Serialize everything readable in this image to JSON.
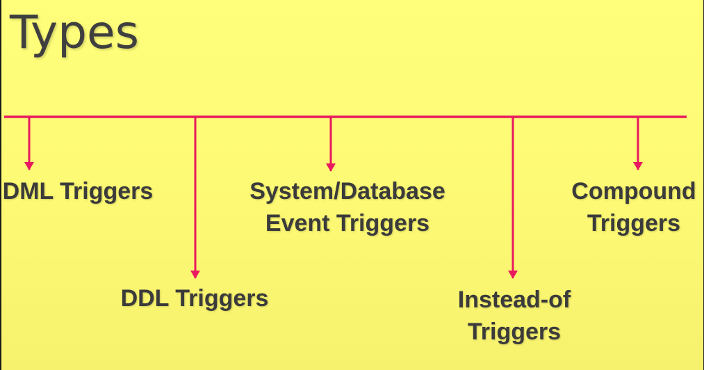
{
  "slide": {
    "title": "Types",
    "background_color": "#fcf874",
    "connector_color": "#e8195e",
    "text_color": "#3b3b3b"
  },
  "trigger_types": [
    {
      "lines": [
        "DML Triggers"
      ]
    },
    {
      "lines": [
        "DDL Triggers"
      ]
    },
    {
      "lines": [
        "System/Database",
        "Event Triggers"
      ]
    },
    {
      "lines": [
        "Instead-of",
        "Triggers"
      ]
    },
    {
      "lines": [
        "Compound",
        "Triggers"
      ]
    }
  ]
}
